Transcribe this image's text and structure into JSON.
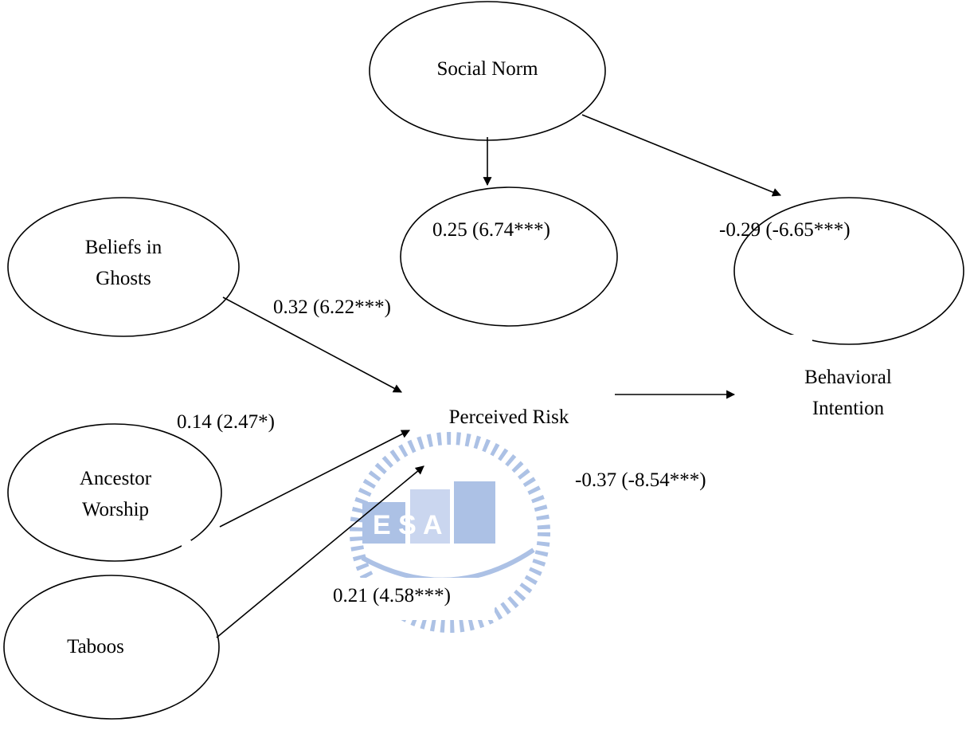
{
  "nodes": {
    "social_norm": {
      "lines": [
        "Social Norm"
      ]
    },
    "beliefs_in_ghosts": {
      "lines": [
        "Beliefs in",
        "Ghosts"
      ]
    },
    "ancestor_worship": {
      "lines": [
        "Ancestor",
        "Worship"
      ]
    },
    "taboos": {
      "lines": [
        "Taboos"
      ]
    },
    "perceived_risk": {
      "lines": [
        "Perceived Risk"
      ]
    },
    "behavioral_intention": {
      "lines": [
        "Behavioral",
        "Intention"
      ]
    }
  },
  "paths": {
    "social_norm_to_perceived_risk": "0.25 (6.74***)",
    "social_norm_to_behavioral_intention": "-0.29 (-6.65***)",
    "beliefs_to_perceived_risk": "0.32 (6.22***)",
    "ancestor_to_perceived_risk": "0.14 (2.47*)",
    "taboos_to_perceived_risk": "0.21 (4.58***)",
    "perceived_risk_to_behavioral_intention": "-0.37 (-8.54***)"
  },
  "watermark": {
    "text": "E S A",
    "color": "#6a8fd0"
  },
  "colors": {
    "stroke": "#000000",
    "background": "#ffffff"
  }
}
